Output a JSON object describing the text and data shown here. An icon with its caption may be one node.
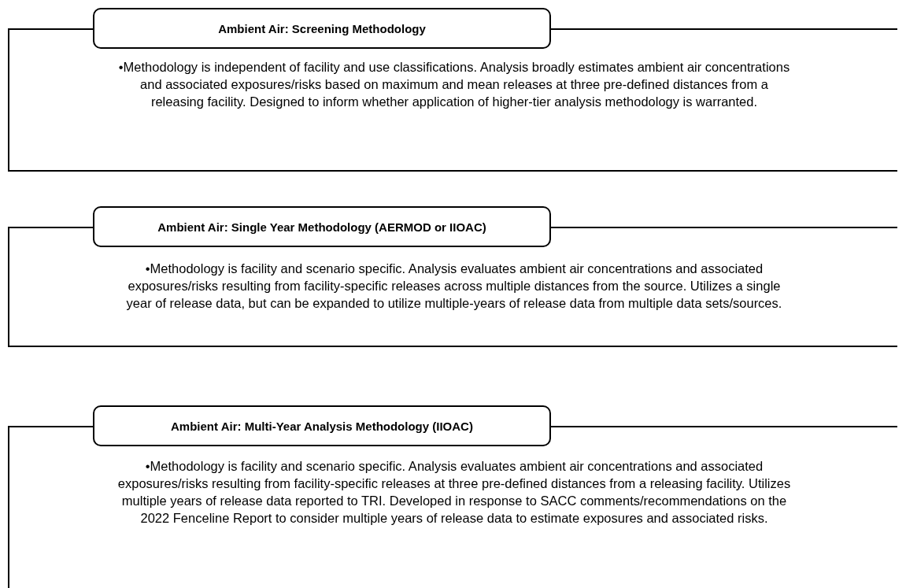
{
  "diagram": {
    "nodes": [
      {
        "text": [
          "Ambient Air: Screening Methodology",
          "•Methodology is independent of facility and use classifications. Analysis broadly estimates ambient air concentrations and associated exposures/risks based on maximum and mean releases at three pre-defined distances from a releasing facility. Designed to inform whether application of higher-tier analysis methodology is warranted."
        ]
      },
      {
        "text": [
          "Ambient Air: Single Year Methodology (AERMOD or IIOAC)",
          "•Methodology is facility and scenario specific. Analysis evaluates ambient air concentrations and associated exposures/risks resulting from facility-specific releases across multiple distances from the source. Utilizes a single year of release data, but can be expanded to utilize multiple-years of release data from multiple data sets/sources."
        ]
      },
      {
        "text": [
          "Ambient Air: Multi-Year Analysis Methodology (IIOAC)",
          "•Methodology is facility and scenario specific. Analysis evaluates ambient air concentrations and associated exposures/risks resulting from facility-specific releases at three pre-defined distances from a releasing facility. Utilizes multiple years of release data reported to TRI. Developed in response to SACC comments/recommendations on the 2022 Fenceline Report to consider multiple years of release data to estimate exposures and associated risks."
        ]
      }
    ]
  }
}
